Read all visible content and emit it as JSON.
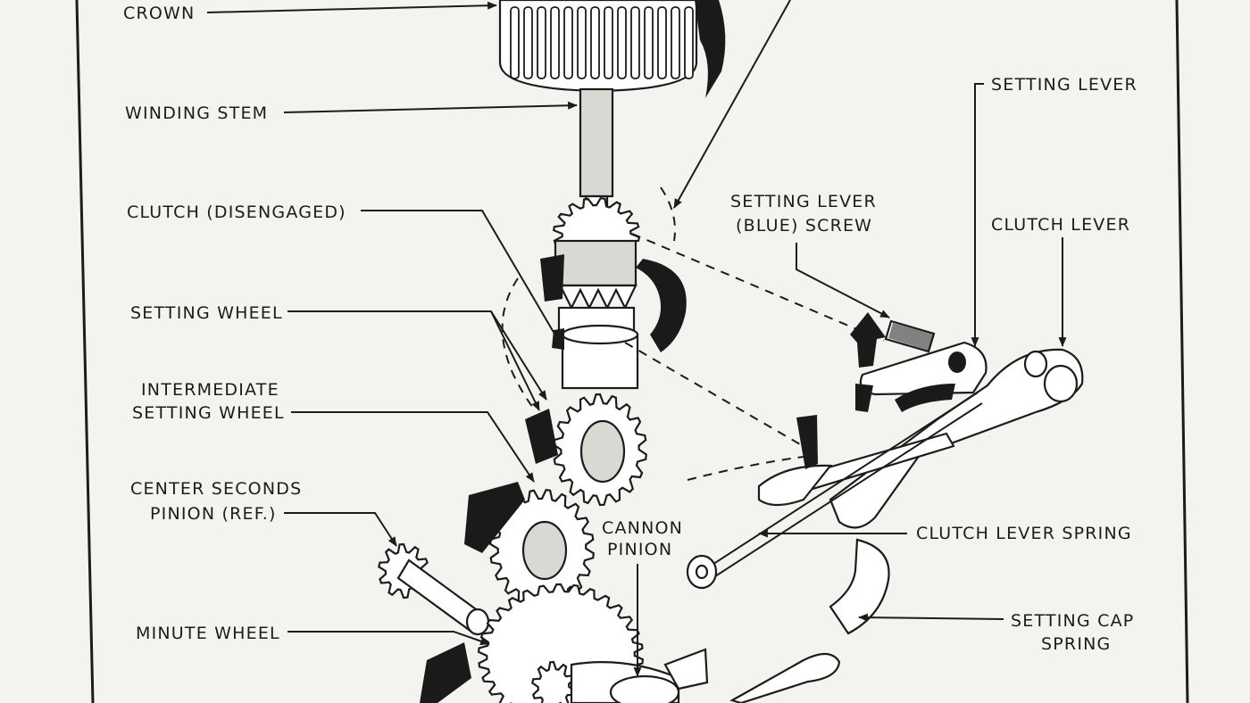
{
  "labels": {
    "crown": "CROWN",
    "winding_stem": "WINDING STEM",
    "clutch_disengaged": "CLUTCH (DISENGAGED)",
    "setting_wheel": "SETTING WHEEL",
    "intermediate_setting_wheel": [
      "INTERMEDIATE",
      "SETTING WHEEL"
    ],
    "center_seconds_pinion": [
      "CENTER SECONDS",
      "PINION (REF.)"
    ],
    "minute_wheel": "MINUTE WHEEL",
    "cannon_pinion": [
      "CANNON",
      "PINION"
    ],
    "setting_lever": "SETTING LEVER",
    "setting_lever_screw": [
      "SETTING LEVER",
      "(BLUE) SCREW"
    ],
    "clutch_lever": "CLUTCH LEVER",
    "clutch_lever_spring": "CLUTCH LEVER SPRING",
    "setting_cap_spring": [
      "SETTING CAP",
      "SPRING"
    ]
  },
  "colors": {
    "ink": "#1c1c1c",
    "paper": "#f4f3ef"
  }
}
